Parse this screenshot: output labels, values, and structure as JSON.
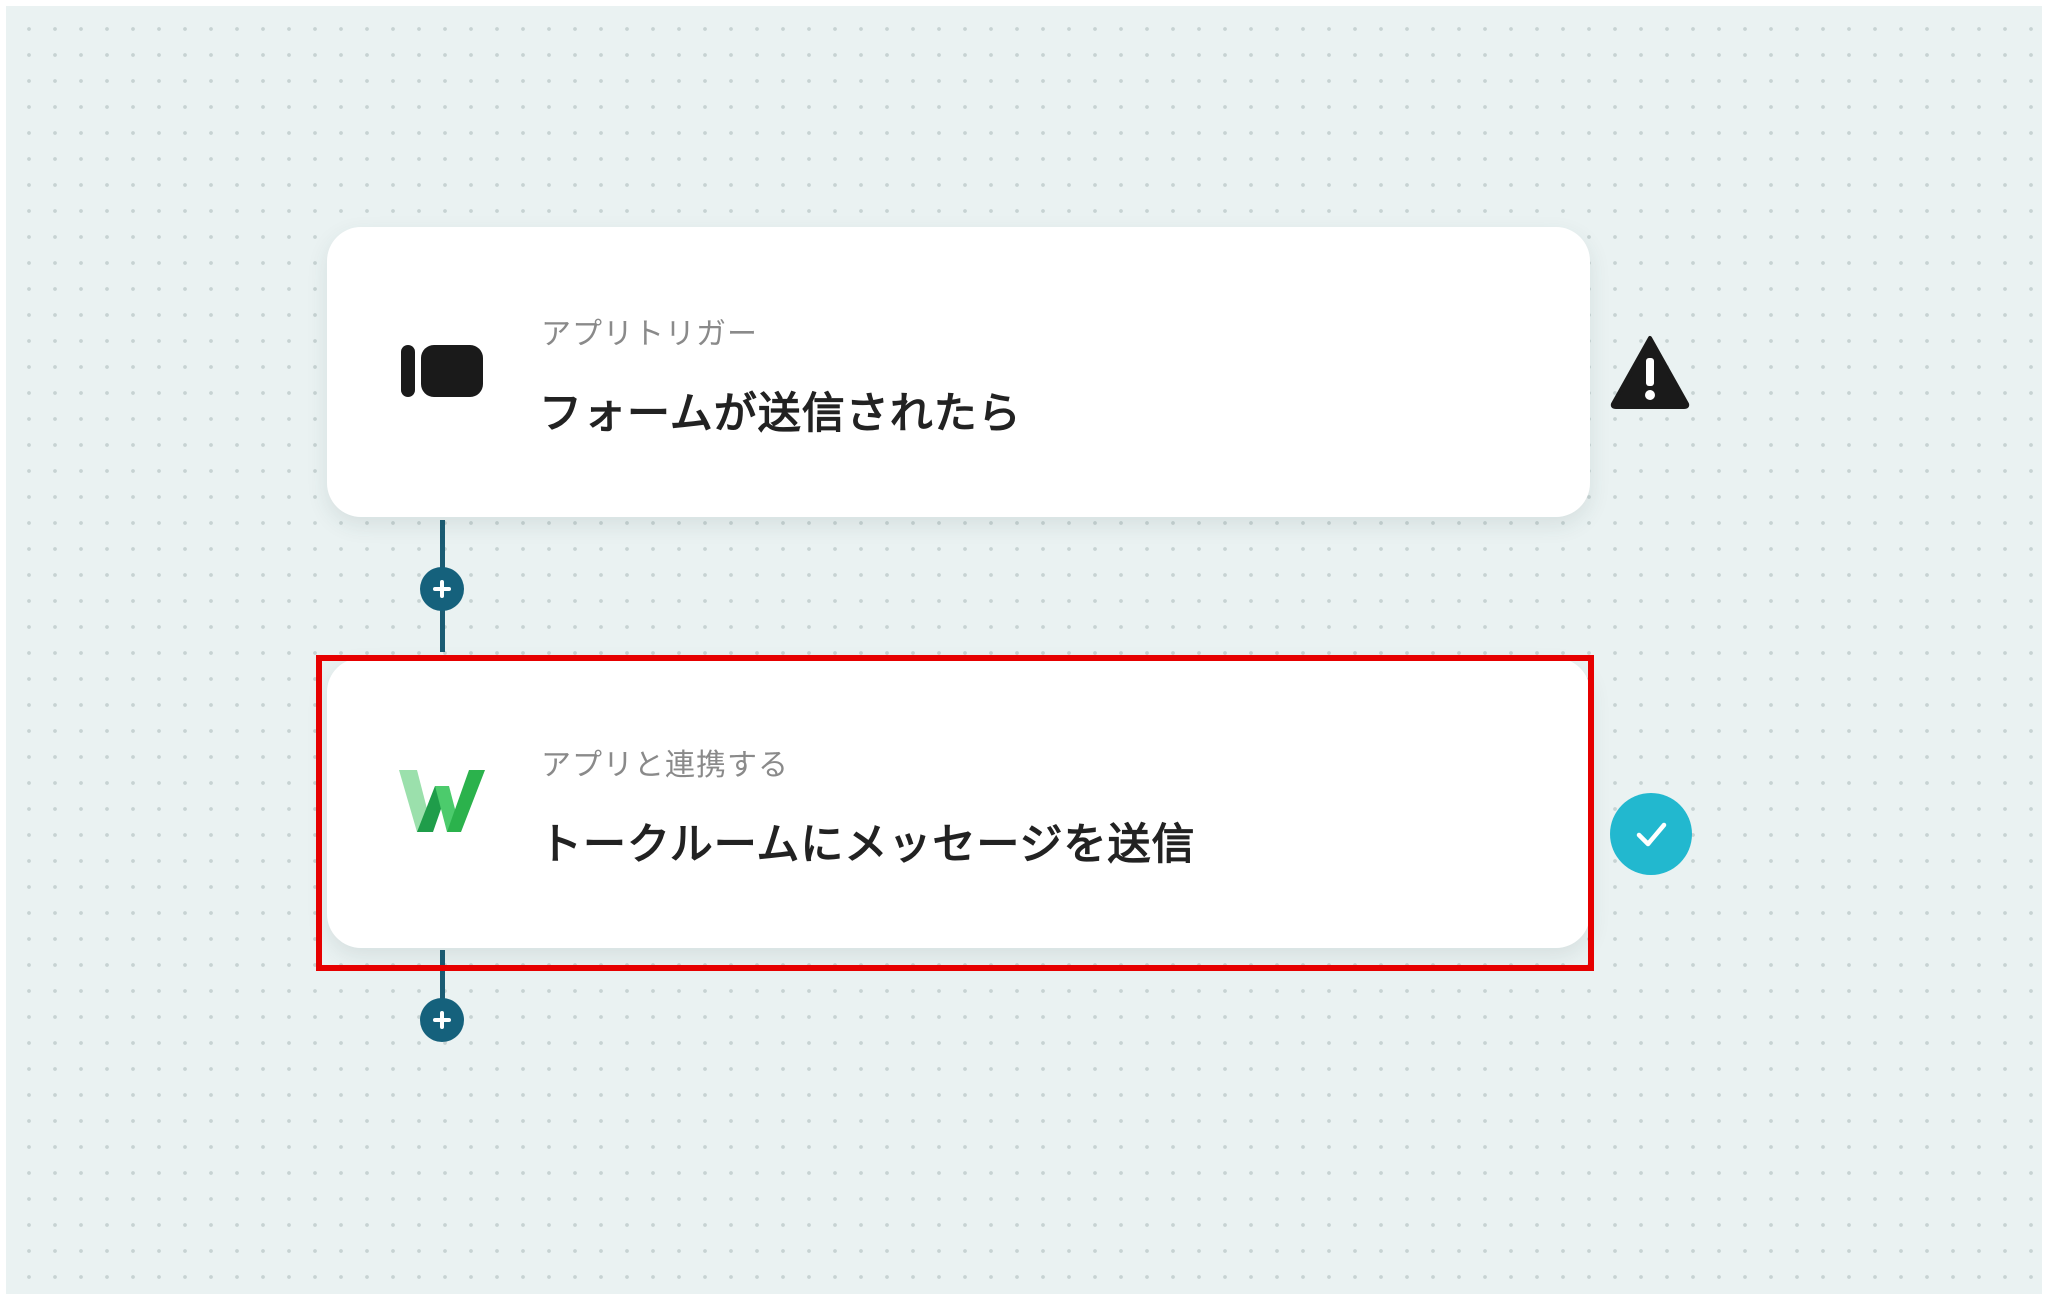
{
  "flow": {
    "steps": [
      {
        "label": "アプリトリガー",
        "title": "フォームが送信されたら",
        "icon": "form-app-icon",
        "status": "warning"
      },
      {
        "label": "アプリと連携する",
        "title": "トークルームにメッセージを送信",
        "icon": "lineworks-w-icon",
        "status": "completed",
        "highlighted": true
      }
    ]
  },
  "colors": {
    "canvas_bg": "#eaf2f2",
    "connector": "#15617c",
    "highlight": "#e60000",
    "status_ok": "#22b8cf",
    "warning": "#1a1a1a",
    "brand_green": "#2bb24c"
  }
}
